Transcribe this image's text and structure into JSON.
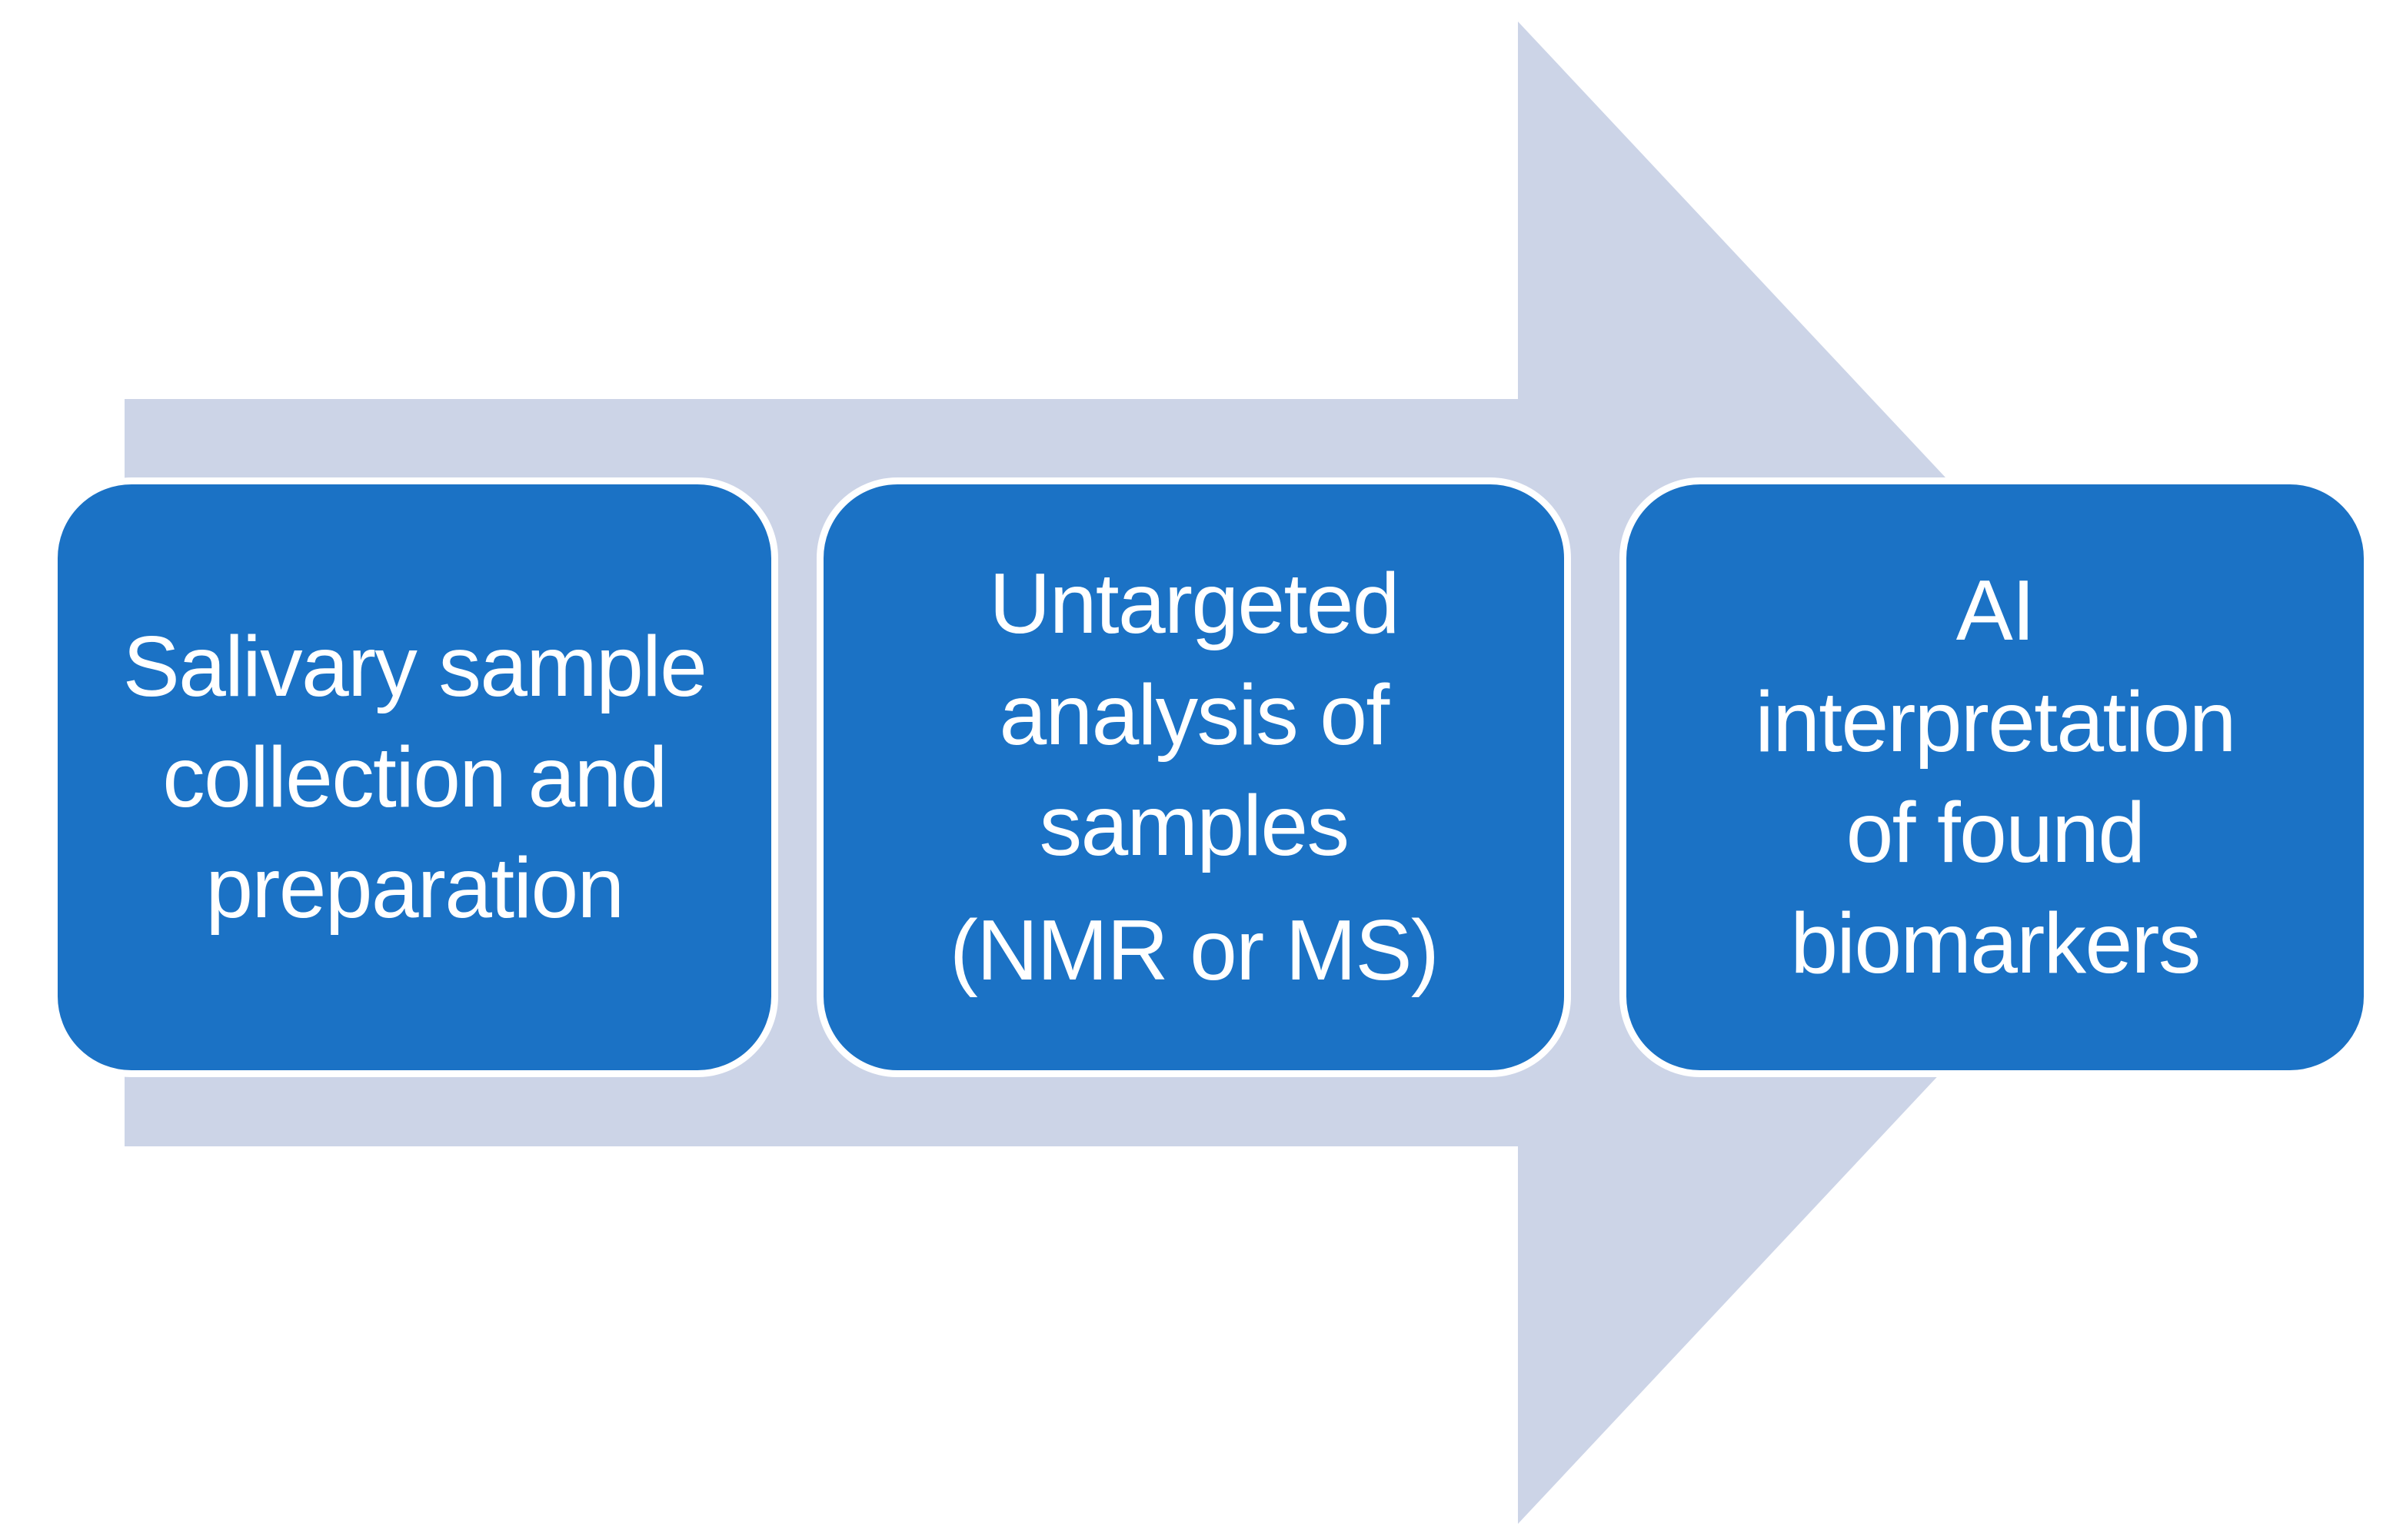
{
  "figure": {
    "background_color": "#FFFFFF",
    "arrow": {
      "name": "right-process-arrow",
      "color": "#CCD4E7"
    },
    "box_style": {
      "fill": "#1B72C5",
      "border": "#FFFFFF",
      "text_color": "#FFFFFF"
    },
    "steps": [
      {
        "label": "Salivary sample collection and preparation",
        "text": "Salivary sample\ncollection and\npreparation"
      },
      {
        "label": "Untargeted analysis of samples (NMR or MS)",
        "text": "Untargeted\nanalysis of\nsamples",
        "text2": "(NMR or MS)"
      },
      {
        "label": "AI interpretation of found biomarkers",
        "text": "AI\ninterpretation\nof found\nbiomarkers"
      }
    ]
  }
}
